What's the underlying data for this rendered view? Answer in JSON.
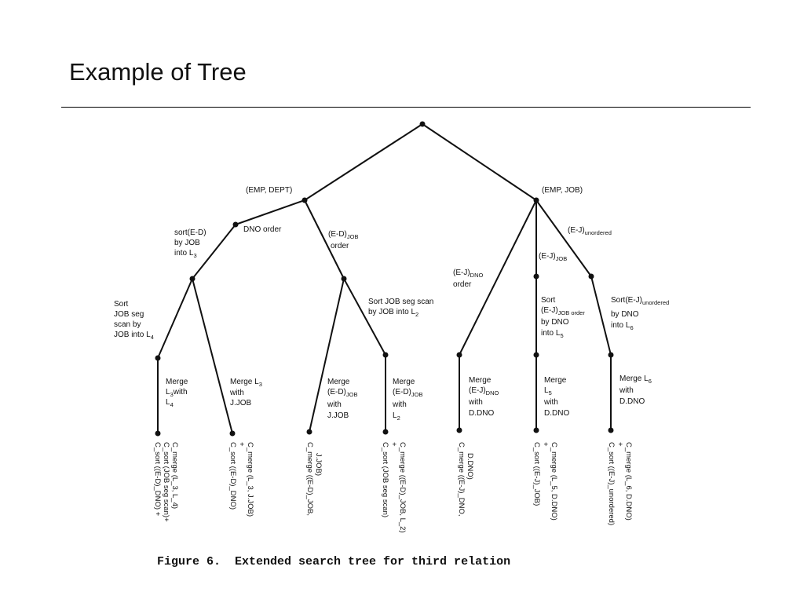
{
  "slide": {
    "title": "Example of Tree"
  },
  "figure": {
    "caption": "Figure 6.  Extended search tree for third relation",
    "nodes": {
      "emp_dept": "(EMP, DEPT)",
      "emp_job": "(EMP, JOB)"
    },
    "edges": {
      "sort_ed": {
        "l1": "sort(E-D)",
        "l2": "by JOB",
        "l3": "into L",
        "l3s": "3"
      },
      "dno_order": "DNO order",
      "ed_job_order": {
        "base": "(E-D)",
        "sub": "JOB",
        "l2": "order"
      },
      "sort_job_seg_l4": {
        "l1": "Sort",
        "l2": "JOB seg",
        "l3": "scan by",
        "l4": "JOB into L",
        "l4s": "4"
      },
      "sort_job_seg_l2": {
        "l1": "Sort JOB seg scan",
        "l2": "by JOB into L",
        "l2s": "2"
      },
      "merge_l3_l4": {
        "l1": "Merge",
        "l2": "L",
        "l2s": "3",
        "l2b": "with",
        "l3": "L",
        "l3s": "4"
      },
      "merge_l3_jjob": {
        "l1": "Merge L",
        "l1s": "3",
        "l2": "with",
        "l3": "J.JOB"
      },
      "merge_ed_jjob": {
        "l1": "Merge",
        "l2": "(E-D)",
        "l2s": "JOB",
        "l3": "with",
        "l4": "J.JOB"
      },
      "merge_ed_l2": {
        "l1": "Merge",
        "l2": "(E-D)",
        "l2s": "JOB",
        "l3": "with",
        "l4": "L",
        "l4s": "2"
      },
      "ej_dno_order": {
        "base": "(E-J)",
        "sub": "DNO",
        "l2": "order"
      },
      "ej_job": {
        "base": "(E-J)",
        "sub": "JOB"
      },
      "ej_unordered": {
        "base": "(E-J)",
        "sub": "unordered"
      },
      "sort_ej_job_l5": {
        "l1": "Sort",
        "l2": "(E-J)",
        "l2s": "JOB order",
        "l3": "by  DNO",
        "l4": "into L",
        "l4s": "5"
      },
      "sort_ej_unord_l6": {
        "l1": "Sort(E-J)",
        "l1s": "unordered",
        "l2": "by DNO",
        "l3": "into L",
        "l3s": "6"
      },
      "merge_ej_ddno": {
        "l1": "Merge",
        "l2": "(E-J)",
        "l2s": "DNO",
        "l3": "with",
        "l4": "D.DNO"
      },
      "merge_l5_ddno": {
        "l1": "Merge",
        "l2": "L",
        "l2s": "5",
        "l3": "with",
        "l4": "D.DNO"
      },
      "merge_l6_ddno": {
        "l1": "Merge L",
        "l1s": "6",
        "l2": "with",
        "l3": "D.DNO"
      }
    },
    "leaf_costs": [
      [
        "C_sort ((E-D)_DNO) +",
        "C_sort (JOB seg scan)+",
        "C_merge (L_3, L_4)"
      ],
      [
        "C_sort ((E-D)_DNO)",
        "+",
        "C_merge (L_3, J.JOB)"
      ],
      [
        "C_merge ((E-D)_JOB,",
        "J.JOB)"
      ],
      [
        "C_sort (JOB seg scan)",
        "+",
        "C_merge ((E-D)_JOB, L_2)"
      ],
      [
        "C_merge ((E-J)_DNO,",
        "D.DNO)"
      ],
      [
        "C_sort ((E-J)_JOB)",
        "+",
        "C_merge (L_5, D.DNO)"
      ],
      [
        "C_sort ((E-J)_unordered)",
        "+",
        "C_merge (L_6, D.DNO)"
      ]
    ]
  }
}
